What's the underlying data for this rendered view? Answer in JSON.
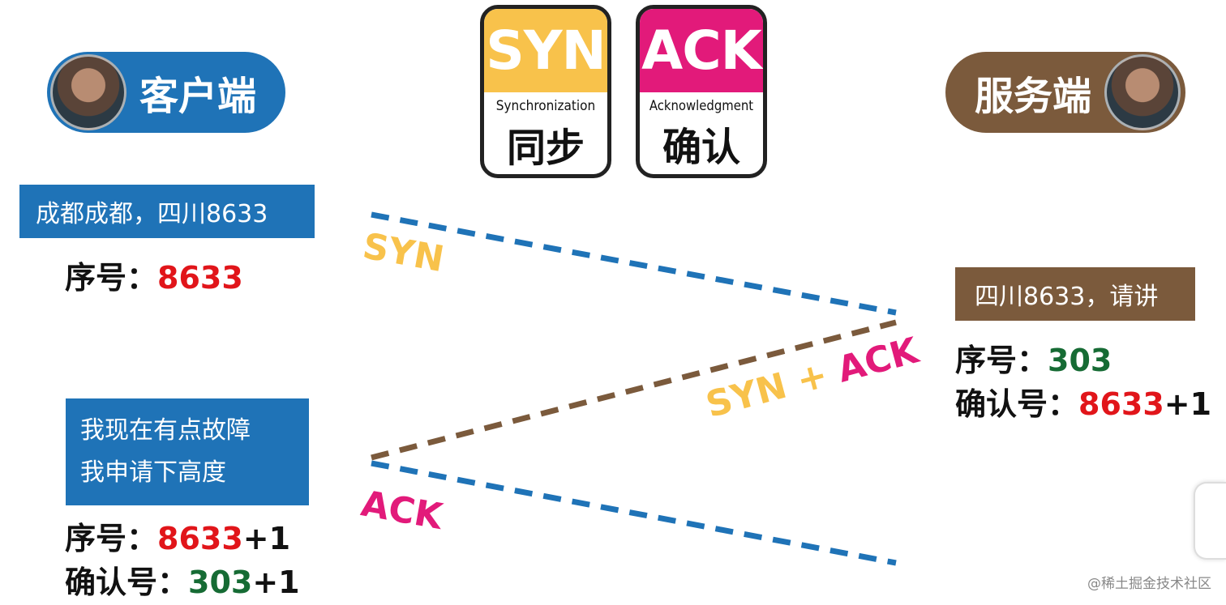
{
  "cards": {
    "syn": {
      "abbr": "SYN",
      "full": "Synchronization",
      "cn": "同步",
      "color": "#f8c24b"
    },
    "ack": {
      "abbr": "ACK",
      "full": "Acknowledgment",
      "cn": "确认",
      "color": "#e21a7a"
    }
  },
  "client": {
    "label": "客户端",
    "color": "#1f73b7",
    "msg1": "成都成都，四川8633",
    "seq1_label": "序号：",
    "seq1_value": "8633",
    "msg2_line1": "我现在有点故障",
    "msg2_line2": "我申请下高度",
    "seq2_label": "序号：",
    "seq2_value": "8633",
    "seq2_suffix": "+1",
    "ack2_label": "确认号：",
    "ack2_value": "303",
    "ack2_suffix": "+1"
  },
  "server": {
    "label": "服务端",
    "color": "#7b5a3c",
    "msg": "四川8633，请讲",
    "seq_label": "序号：",
    "seq_value": "303",
    "ack_label": "确认号：",
    "ack_value": "8633",
    "ack_suffix": "+1"
  },
  "arrows": {
    "syn_label": "SYN",
    "synack_label_syn": "SYN + ",
    "synack_label_ack": "ACK",
    "ack_label": "ACK",
    "blue": "#1f73b7",
    "brown": "#7b5a3c"
  },
  "watermark": "@稀土掘金技术社区"
}
